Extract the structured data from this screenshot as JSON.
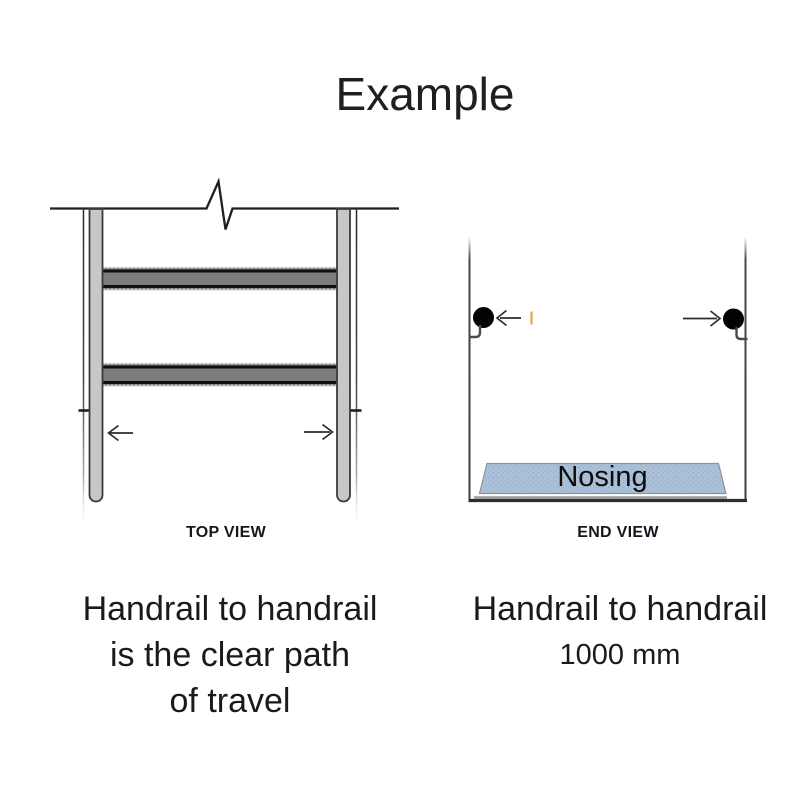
{
  "title": "Example",
  "top_view": {
    "label": "TOP VIEW",
    "caption_lines": [
      "Handrail to handrail",
      "is the clear path",
      "of travel"
    ]
  },
  "end_view": {
    "label": "END VIEW",
    "nosing_label": "Nosing",
    "caption_line_1": "Handrail to handrail",
    "caption_line_2": "1000 mm"
  },
  "colors": {
    "line_dark": "#1f1f1f",
    "label_navy": "#16161f",
    "rail_gray": "#c7c7c7",
    "rail_border": "#3b3b3b",
    "tread_gray": "#7c7c7c",
    "tread_edge_black": "#0f0f0f",
    "handrail_black": "#020202",
    "bracket_gray": "#4a4a4a",
    "arrow_dark": "#2c2c2c",
    "accent_orange": "#eda43f",
    "nosing_blue": "#aac1d9",
    "nosing_border": "#8d939c"
  }
}
